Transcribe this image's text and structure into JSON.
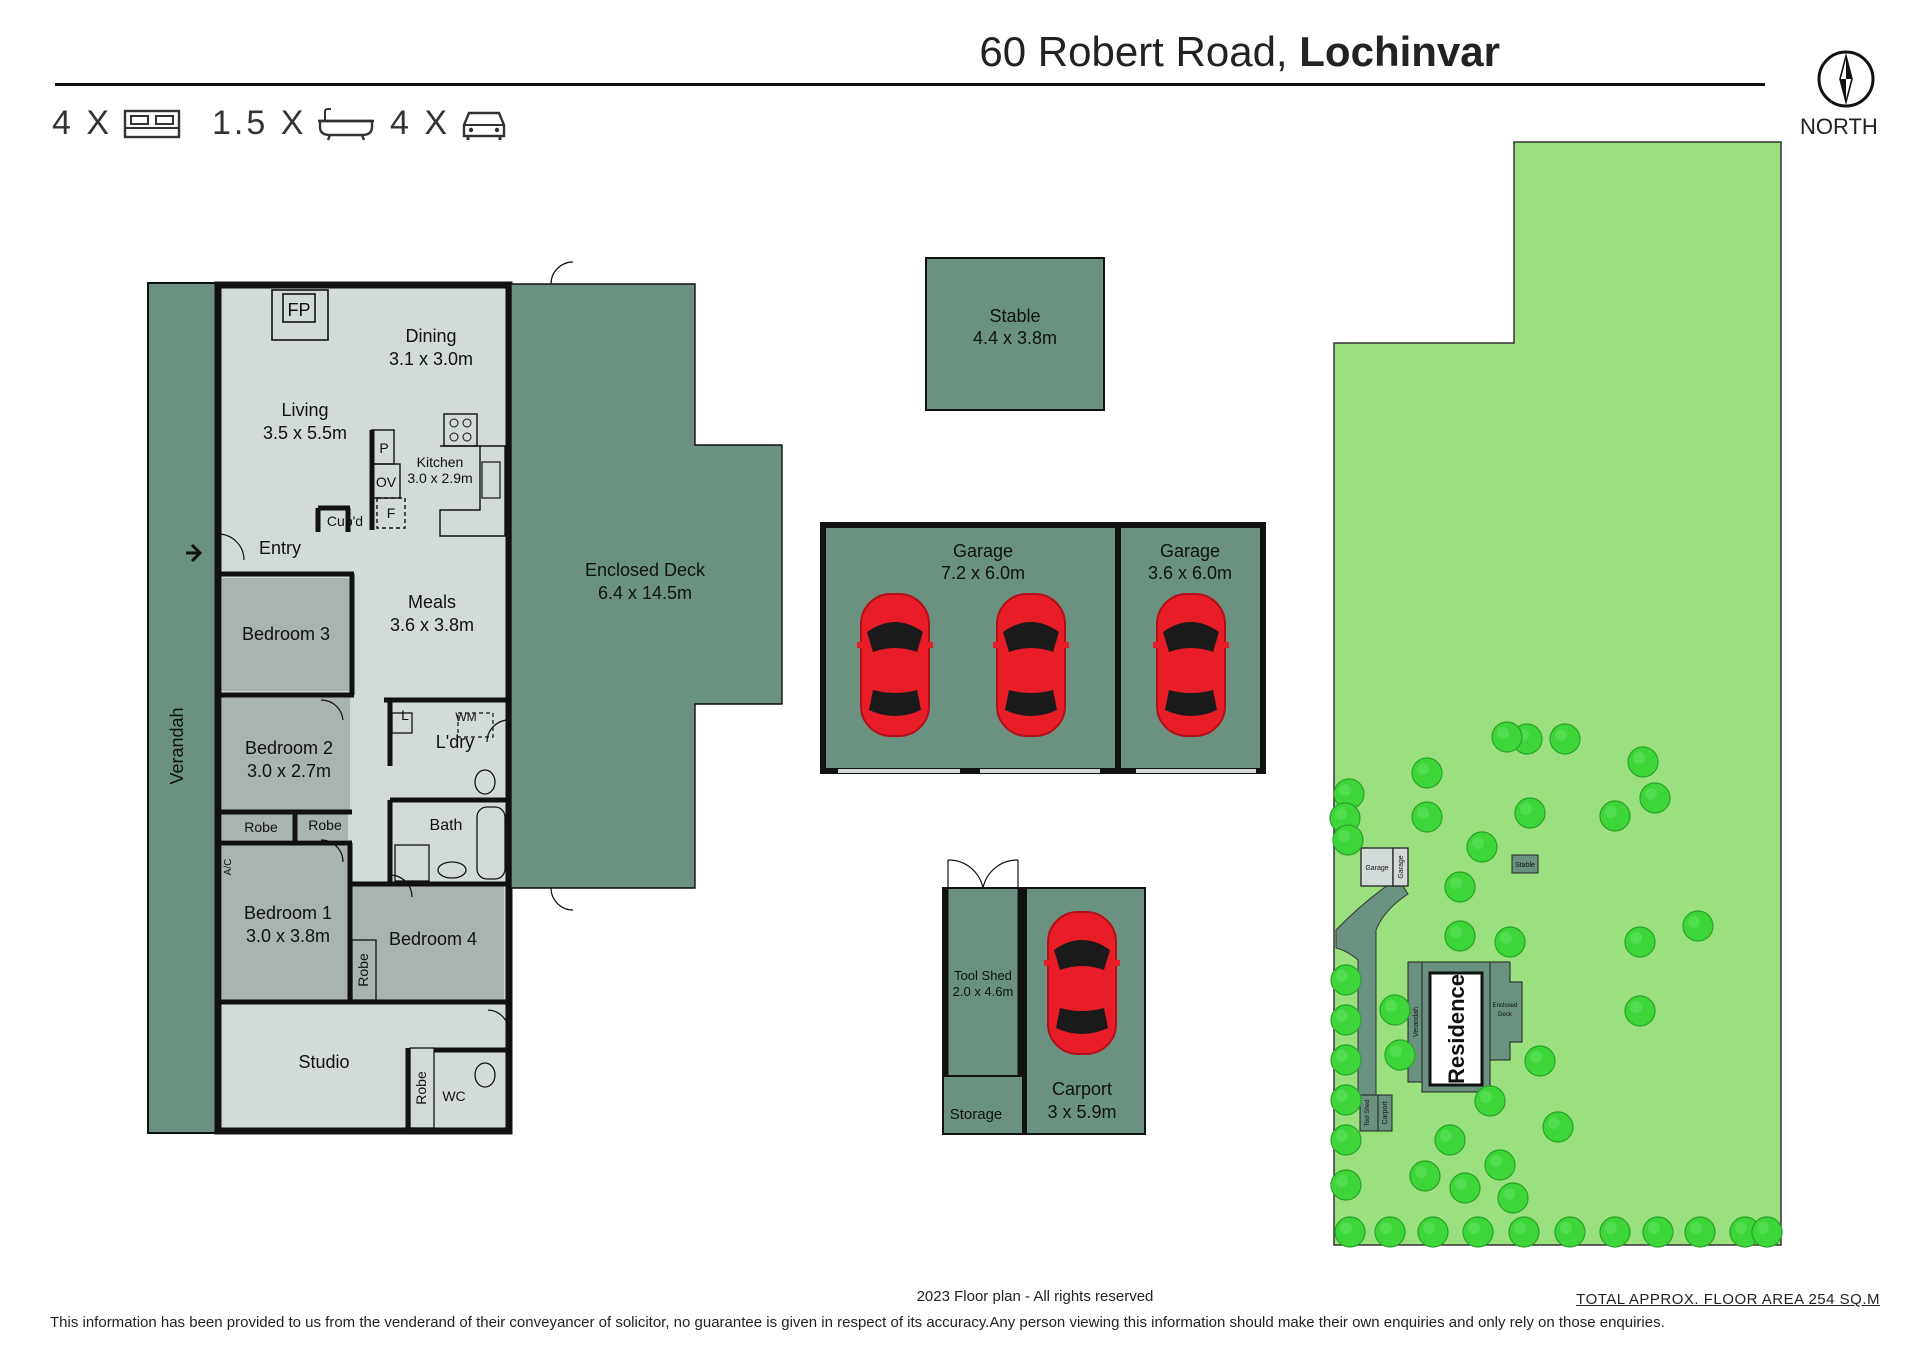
{
  "header": {
    "address_street": "60 Robert Road,",
    "address_suburb": "Lochinvar",
    "north_label": "NORTH"
  },
  "features": {
    "beds": "4 X",
    "baths": "1.5 X",
    "cars": "4 X",
    "icons": [
      "bed-icon",
      "bath-icon",
      "car-icon"
    ]
  },
  "rooms": {
    "fp": "FP",
    "dining_name": "Dining",
    "dining_size": "3.1 x 3.0m",
    "living_name": "Living",
    "living_size": "3.5 x 5.5m",
    "kitchen_name": "Kitchen",
    "kitchen_size": "3.0 x 2.9m",
    "pantry": "P",
    "oven": "OV",
    "fridge": "F",
    "cupd": "Cup'd",
    "entry": "Entry",
    "bed3": "Bedroom 3",
    "meals_name": "Meals",
    "meals_size": "3.6 x 3.8m",
    "bed2_name": "Bedroom 2",
    "bed2_size": "3.0 x 2.7m",
    "robe": "Robe",
    "laundry": "L'dry",
    "laundry_l": "L",
    "wm": "WM",
    "bath": "Bath",
    "bed1_name": "Bedroom 1",
    "bed1_size": "3.0 x 3.8m",
    "ac": "A/C",
    "bed4": "Bedroom 4",
    "studio": "Studio",
    "wc": "WC",
    "verandah": "Verandah",
    "deck_name": "Enclosed Deck",
    "deck_size": "6.4 x 14.5m",
    "stable_name": "Stable",
    "stable_size": "4.4 x 3.8m",
    "garage1_name": "Garage",
    "garage1_size": "7.2 x 6.0m",
    "garage2_name": "Garage",
    "garage2_size": "3.6 x 6.0m",
    "toolshed_name": "Tool Shed",
    "toolshed_size": "2.0 x 4.6m",
    "storage": "Storage",
    "carport_name": "Carport",
    "carport_size": "3 x 5.9m"
  },
  "site": {
    "residence": "Residence",
    "verandah": "Verandah",
    "enclosed_deck_1": "Enclosed",
    "enclosed_deck_2": "Deck",
    "garage": "Garage",
    "stable": "Stable",
    "carport": "Carport",
    "toolshed": "Tool Shed"
  },
  "colors": {
    "living_area": "#d3dbd8",
    "bedroom": "#a9b3b0",
    "outdoor": "#6b9180",
    "wall": "#111111",
    "car": "#e81d27",
    "lawn": "#9be07f",
    "tree": "#3ed63a"
  },
  "footer": {
    "copyright": "2023 Floor plan  - All rights reserved",
    "total_area": "TOTAL APPROX. FLOOR AREA 254 SQ.M",
    "disclaimer": "This information has been provided to us from the venderand of their conveyancer of solicitor, no guarantee is given in respect of its accuracy.Any person viewing this information should make their own enquiries and only rely on those enquiries."
  }
}
